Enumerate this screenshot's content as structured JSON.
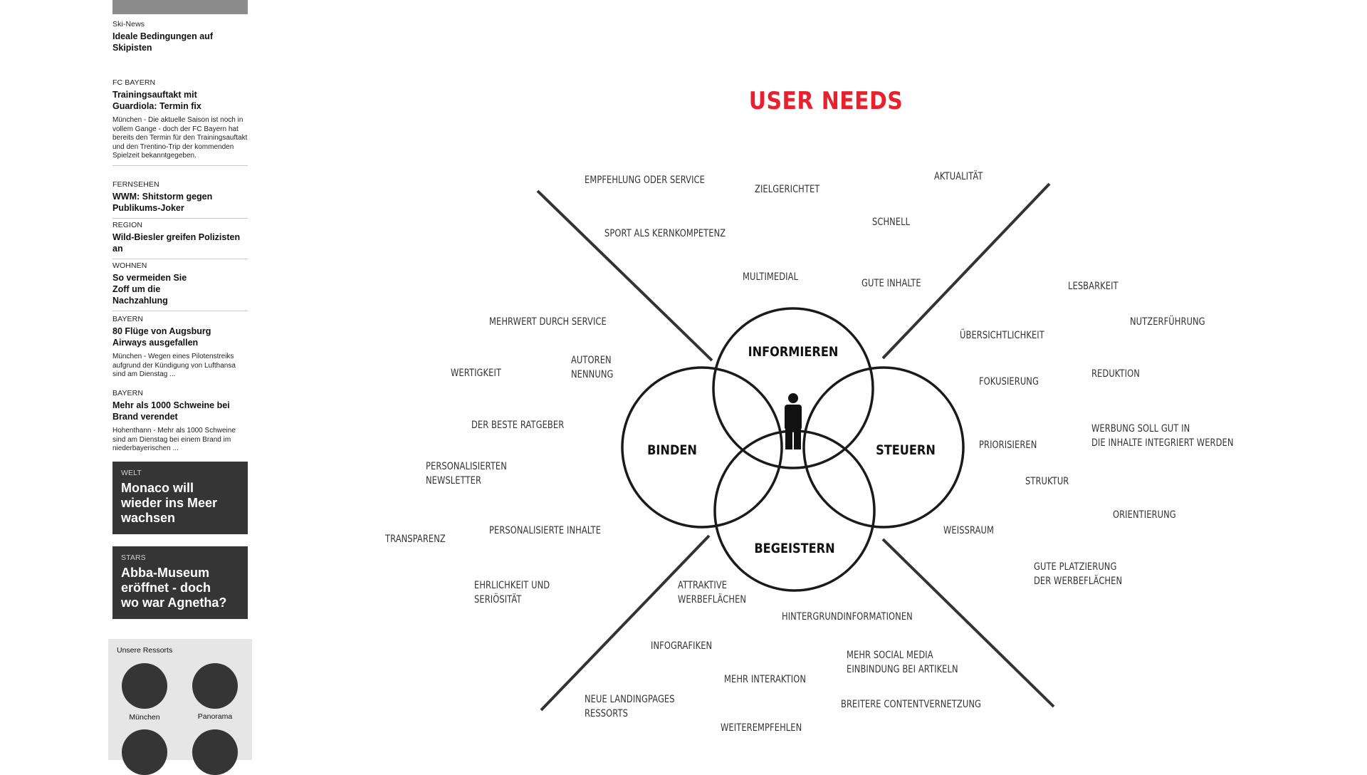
{
  "sidebar": {
    "articles": [
      {
        "kicker": "Ski-News",
        "headline": "Ideale Bedingungen auf Skipisten"
      },
      {
        "kicker": "FC BAYERN",
        "headline": "Trainingsauftakt mit Guardiola: Termin fix",
        "teaser": "München - Die aktuelle Saison ist noch in vollem Gange - doch der FC Bayern hat bereits den Termin für den Trainingsauftakt und den Trentino-Trip der kommenden Spielzeit bekanntgegeben."
      },
      {
        "kicker": "FERNSEHEN",
        "headline": "WWM: Shitstorm gegen Publikums-Joker"
      },
      {
        "kicker": "REGION",
        "headline": "Wild-Biesler greifen Polizisten an"
      },
      {
        "kicker": "WOHNEN",
        "headline": "So vermeiden Sie Zoff um die Nachzahlung"
      },
      {
        "kicker": "BAYERN",
        "headline": "80 Flüge von Augsburg Airways ausgefallen",
        "teaser": "München - Wegen eines Pilotenstreiks aufgrund der Kündigung von Lufthansa sind am Dienstag ..."
      },
      {
        "kicker": "BAYERN",
        "headline": "Mehr als 1000 Schweine bei Brand verendet",
        "teaser": "Hohenthann - Mehr als 1000 Schweine sind am Dienstag bei einem Brand im niederbayerischen ..."
      }
    ],
    "dark_cards": [
      {
        "kicker": "WELT",
        "headline": "Monaco will wieder ins Meer wachsen"
      },
      {
        "kicker": "STARS",
        "headline": "Abba-Museum eröffnet - doch wo war Agnetha?"
      }
    ],
    "ressorts": {
      "title": "Unsere Ressorts",
      "items": [
        "München",
        "Panorama",
        "",
        ""
      ]
    }
  },
  "diagram": {
    "title": "USER NEEDS",
    "accent_color": "#e8212e",
    "circles": {
      "top": "INFORMIEREN",
      "left": "BINDEN",
      "right": "STEUERN",
      "bottom": "BEGEISTERN"
    },
    "center_icon": "person-icon",
    "needs": {
      "empfehlung": "Empfehlung oder Service",
      "zielgerichtet": "Zielgerichtet",
      "aktualitaet": "Aktualität",
      "sport": "Sport als Kernkompetenz",
      "schnell": "Schnell",
      "multimedial": "Multimedial",
      "gute_inhalte": "Gute Inhalte",
      "lesbarkeit": "Lesbarkeit",
      "mehrwert": "Mehrwert durch Service",
      "nutzerfuehrung": "Nutzerführung",
      "uebersichtlichkeit": "Übersichtlichkeit",
      "autoren_1": "Autoren",
      "autoren_2": "Nennung",
      "wertigkeit": "Wertigkeit",
      "fokusierung": "Fokusierung",
      "reduktion": "Reduktion",
      "ratgeber": "Der beste Ratgeber",
      "werbung_1": "Werbung soll gut in",
      "werbung_2": "die Inhalte integriert werden",
      "priorisieren": "Priorisieren",
      "newsletter_1": "Personalisierten",
      "newsletter_2": "Newsletter",
      "struktur": "Struktur",
      "orientierung": "Orientierung",
      "pers_inhalte": "Personalisierte Inhalte",
      "transparenz": "Transparenz",
      "weissraum": "Weißraum",
      "ehrlichkeit_1": "Ehrlichkeit und",
      "ehrlichkeit_2": "Seriösität",
      "werbeflaechen_1": "Attraktive",
      "werbeflaechen_2": "Werbeflächen",
      "platzierung_1": "Gute Platzierung",
      "platzierung_2": "der Werbeflächen",
      "hintergrund": "Hintergrundinformationen",
      "infografiken": "Infografiken",
      "social_1": "Mehr Social Media",
      "social_2": "Einbindung bei Artikeln",
      "interaktion": "Mehr Interaktion",
      "landing_1": "Neue Landingpages",
      "landing_2": "Ressorts",
      "contentvernetzung": "Breitere Contentvernetzung",
      "weiterempfehlen": "Weiterempfehlen"
    }
  }
}
